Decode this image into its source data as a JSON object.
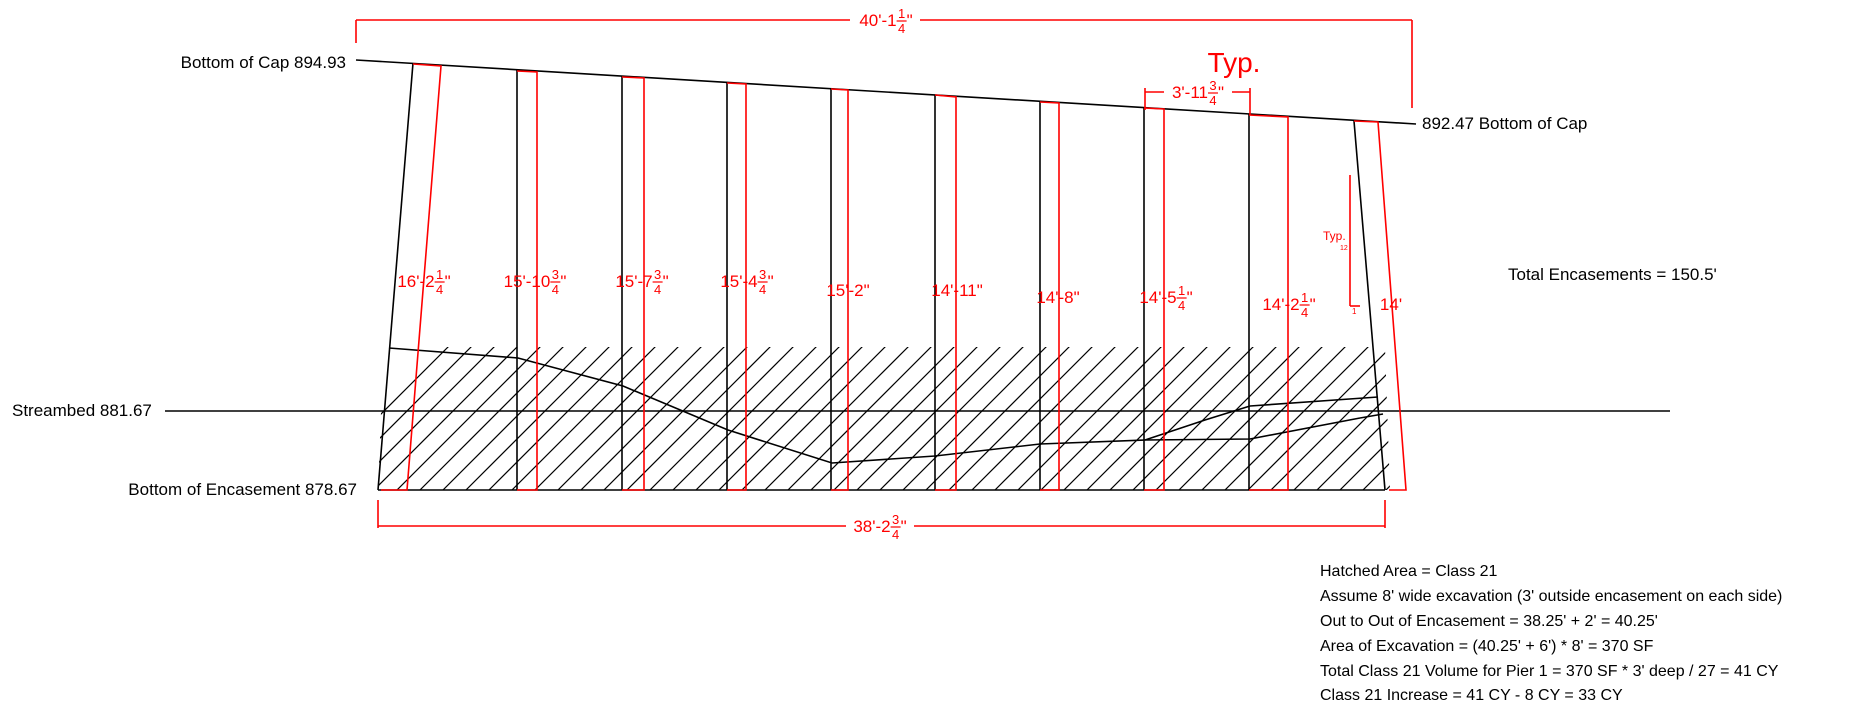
{
  "colors": {
    "dimension": "#ff0000",
    "linework": "#000000",
    "background": "#ffffff"
  },
  "labels": {
    "bottom_of_cap_left": "Bottom of Cap 894.93",
    "bottom_of_cap_right": "892.47 Bottom of Cap",
    "streambed": "Streambed 881.67",
    "bottom_of_encasement": "Bottom of Encasement 878.67",
    "total_encasements": "Total Encasements = 150.5'",
    "typ_large": "Typ.",
    "typ_small": "Typ.",
    "slope_small": "12",
    "slope_one": "1"
  },
  "dimensions": {
    "top_overall": {
      "whole": "40'-1",
      "num": "1",
      "den": "4",
      "suffix": "\""
    },
    "bay_spacing": {
      "whole": "3'-11",
      "num": "3",
      "den": "4",
      "suffix": "\""
    },
    "bottom_overall": {
      "whole": "38'-2",
      "num": "3",
      "den": "4",
      "suffix": "\""
    },
    "piles": [
      {
        "whole": "16'-2",
        "num": "1",
        "den": "4",
        "suffix": "\""
      },
      {
        "whole": "15'-10",
        "num": "3",
        "den": "4",
        "suffix": "\""
      },
      {
        "whole": "15'-7",
        "num": "3",
        "den": "4",
        "suffix": "\""
      },
      {
        "whole": "15'-4",
        "num": "3",
        "den": "4",
        "suffix": "\""
      },
      {
        "whole": "15'-2\"",
        "num": "",
        "den": "",
        "suffix": ""
      },
      {
        "whole": "14'-11\"",
        "num": "",
        "den": "",
        "suffix": ""
      },
      {
        "whole": "14'-8\"",
        "num": "",
        "den": "",
        "suffix": ""
      },
      {
        "whole": "14'-5",
        "num": "1",
        "den": "4",
        "suffix": "\""
      },
      {
        "whole": "14'-2",
        "num": "1",
        "den": "4",
        "suffix": "\""
      },
      {
        "whole": "14'",
        "num": "",
        "den": "",
        "suffix": ""
      }
    ]
  },
  "notes": [
    "Hatched Area = Class 21",
    "Assume 8' wide excavation (3' outside encasement on each side)",
    "Out to Out of Encasement = 38.25' + 2' = 40.25'",
    "Area of Excavation = (40.25' + 6') * 8' = 370 SF",
    "Total Class 21 Volume for Pier 1 = 370 SF * 3' deep / 27 = 41 CY",
    "Class 21 Increase = 41 CY - 8 CY = 33 CY"
  ]
}
